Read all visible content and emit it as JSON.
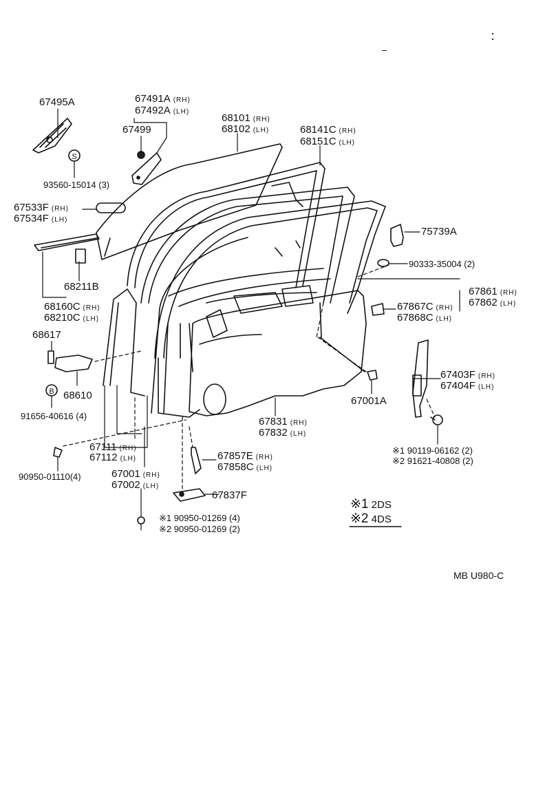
{
  "labels": {
    "p67495A": "67495A",
    "p67491A": "67491A",
    "p67491A_side": "(RH)",
    "p67492A": "67492A",
    "p67492A_side": "(LH)",
    "p67499": "67499",
    "p68101": "68101",
    "p68101_side": "(RH)",
    "p68102": "68102",
    "p68102_side": "(LH)",
    "p68141C": "68141C",
    "p68141C_side": "(RH)",
    "p68151C": "68151C",
    "p68151C_side": "(LH)",
    "p93560": "93560-15014 (3)",
    "p67533F": "67533F",
    "p67533F_side": "(RH)",
    "p67534F": "67534F",
    "p67534F_side": "(LH)",
    "p75739A": "75739A",
    "p90333": "90333-35004 (2)",
    "p68211B": "68211B",
    "p67861": "67861",
    "p67861_side": "(RH)",
    "p67862": "67862",
    "p67862_side": "(LH)",
    "p68160C": "68160C",
    "p68160C_side": "(RH)",
    "p68210C": "68210C",
    "p68210C_side": "(LH)",
    "p67867C": "67867C",
    "p67867C_side": "(RH)",
    "p67868C": "67868C",
    "p67868C_side": "(LH)",
    "p68617": "68617",
    "p68610": "68610",
    "p67403F": "67403F",
    "p67403F_side": "(RH)",
    "p67404F": "67404F",
    "p67404F_side": "(LH)",
    "p67001A": "67001A",
    "p91656": "91656-40616 (4)",
    "p67831": "67831",
    "p67831_side": "(RH)",
    "p67832": "67832",
    "p67832_side": "(LH)",
    "p67111": "67111",
    "p67111_side": "(RH)",
    "p67112": "67112",
    "p67112_side": "(LH)",
    "p67857E": "67857E",
    "p67857E_side": "(RH)",
    "p67858C": "67858C",
    "p67858C_side": "(LH)",
    "p90119": "※1 90119-06162 (2)",
    "p91621": "※2 91621-40808 (2)",
    "p90950_01110": "90950-01110(4)",
    "p67001": "67001",
    "p67001_side": "(RH)",
    "p67002": "67002",
    "p67002_side": "(LH)",
    "p67837F": "67837F",
    "p90950_01269a": "※1 90950-01269 (4)",
    "p90950_01269b": "※2 90950-01269 (2)"
  },
  "circle_marks": {
    "s": "S",
    "b": "B"
  },
  "legend": {
    "row1_mark": "※1",
    "row1_text": "2DS",
    "row2_mark": "※2",
    "row2_text": "4DS"
  },
  "footer": {
    "code": "MB  U980-C"
  }
}
